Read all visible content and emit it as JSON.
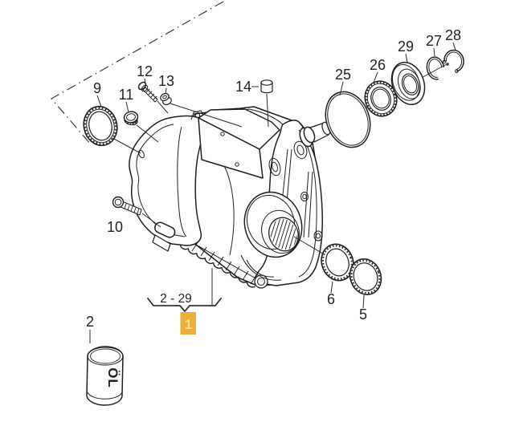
{
  "diagram": {
    "type": "exploded-parts-diagram",
    "part_labels": {
      "p2": "2",
      "p5": "5",
      "p6": "6",
      "p9": "9",
      "p10": "10",
      "p11": "11",
      "p12": "12",
      "p13": "13",
      "p14": "14",
      "p25": "25",
      "p26": "26",
      "p27": "27",
      "p28": "28",
      "p29": "29"
    },
    "group_callout": {
      "range_label": "2 - 29",
      "selected_item": "1"
    },
    "oil_can_label": "ÖL",
    "colors": {
      "highlight_box": "#EBAE3C",
      "highlight_text": "#F7DD96",
      "line_art": "#1f1f1f",
      "background": "#FFFFFF"
    }
  }
}
